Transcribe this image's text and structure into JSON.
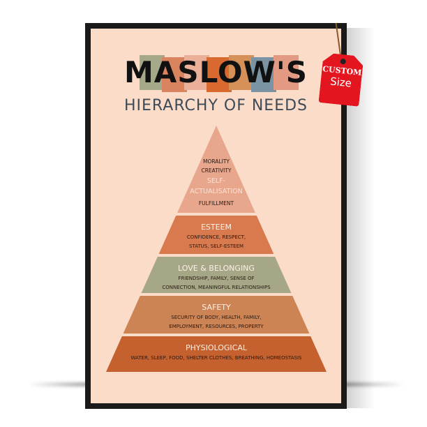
{
  "poster": {
    "title": "MASLOW'S",
    "subtitle": "HIERARCHY OF NEEDS",
    "title_swatch_colors": [
      "#a6a88a",
      "#d9835f",
      "#eab09a",
      "#d9692f",
      "#d59158",
      "#7a94a4",
      "#e39a83"
    ],
    "levels": [
      {
        "name": "SELF-ACTUALISATION",
        "lines": [
          "MORALITY",
          "CREATIVITY",
          "SELF-",
          "ACTUALISATION",
          "FULFILLMENT"
        ],
        "color": "#e8a68c"
      },
      {
        "name": "ESTEEM",
        "lines": [
          "CONFIDENCE, RESPECT,",
          "STATUS, SELF-ESTEEM"
        ],
        "color": "#d9794e"
      },
      {
        "name": "LOVE & BELONGING",
        "lines": [
          "FRIENDSHIP, FAMILY, SENSE OF",
          "CONNECTION, MEANINGFUL RELATIONSHIPS"
        ],
        "color": "#a5a786"
      },
      {
        "name": "SAFETY",
        "lines": [
          "SECURITY OF BODY, HEALTH, FAMILY,",
          "EMPLOYMENT, RESOURCES, PROPERTY"
        ],
        "color": "#cd8455"
      },
      {
        "name": "PHYSIOLOGICAL",
        "lines": [
          "WATER, SLEEP, FOOD, SHELTER CLOTHES, BREATHING, HOMEOSTASIS"
        ],
        "color": "#c4612f"
      }
    ]
  },
  "tag": {
    "line1": "CUSTOM",
    "line2": "Size",
    "color": "#e3151f"
  }
}
